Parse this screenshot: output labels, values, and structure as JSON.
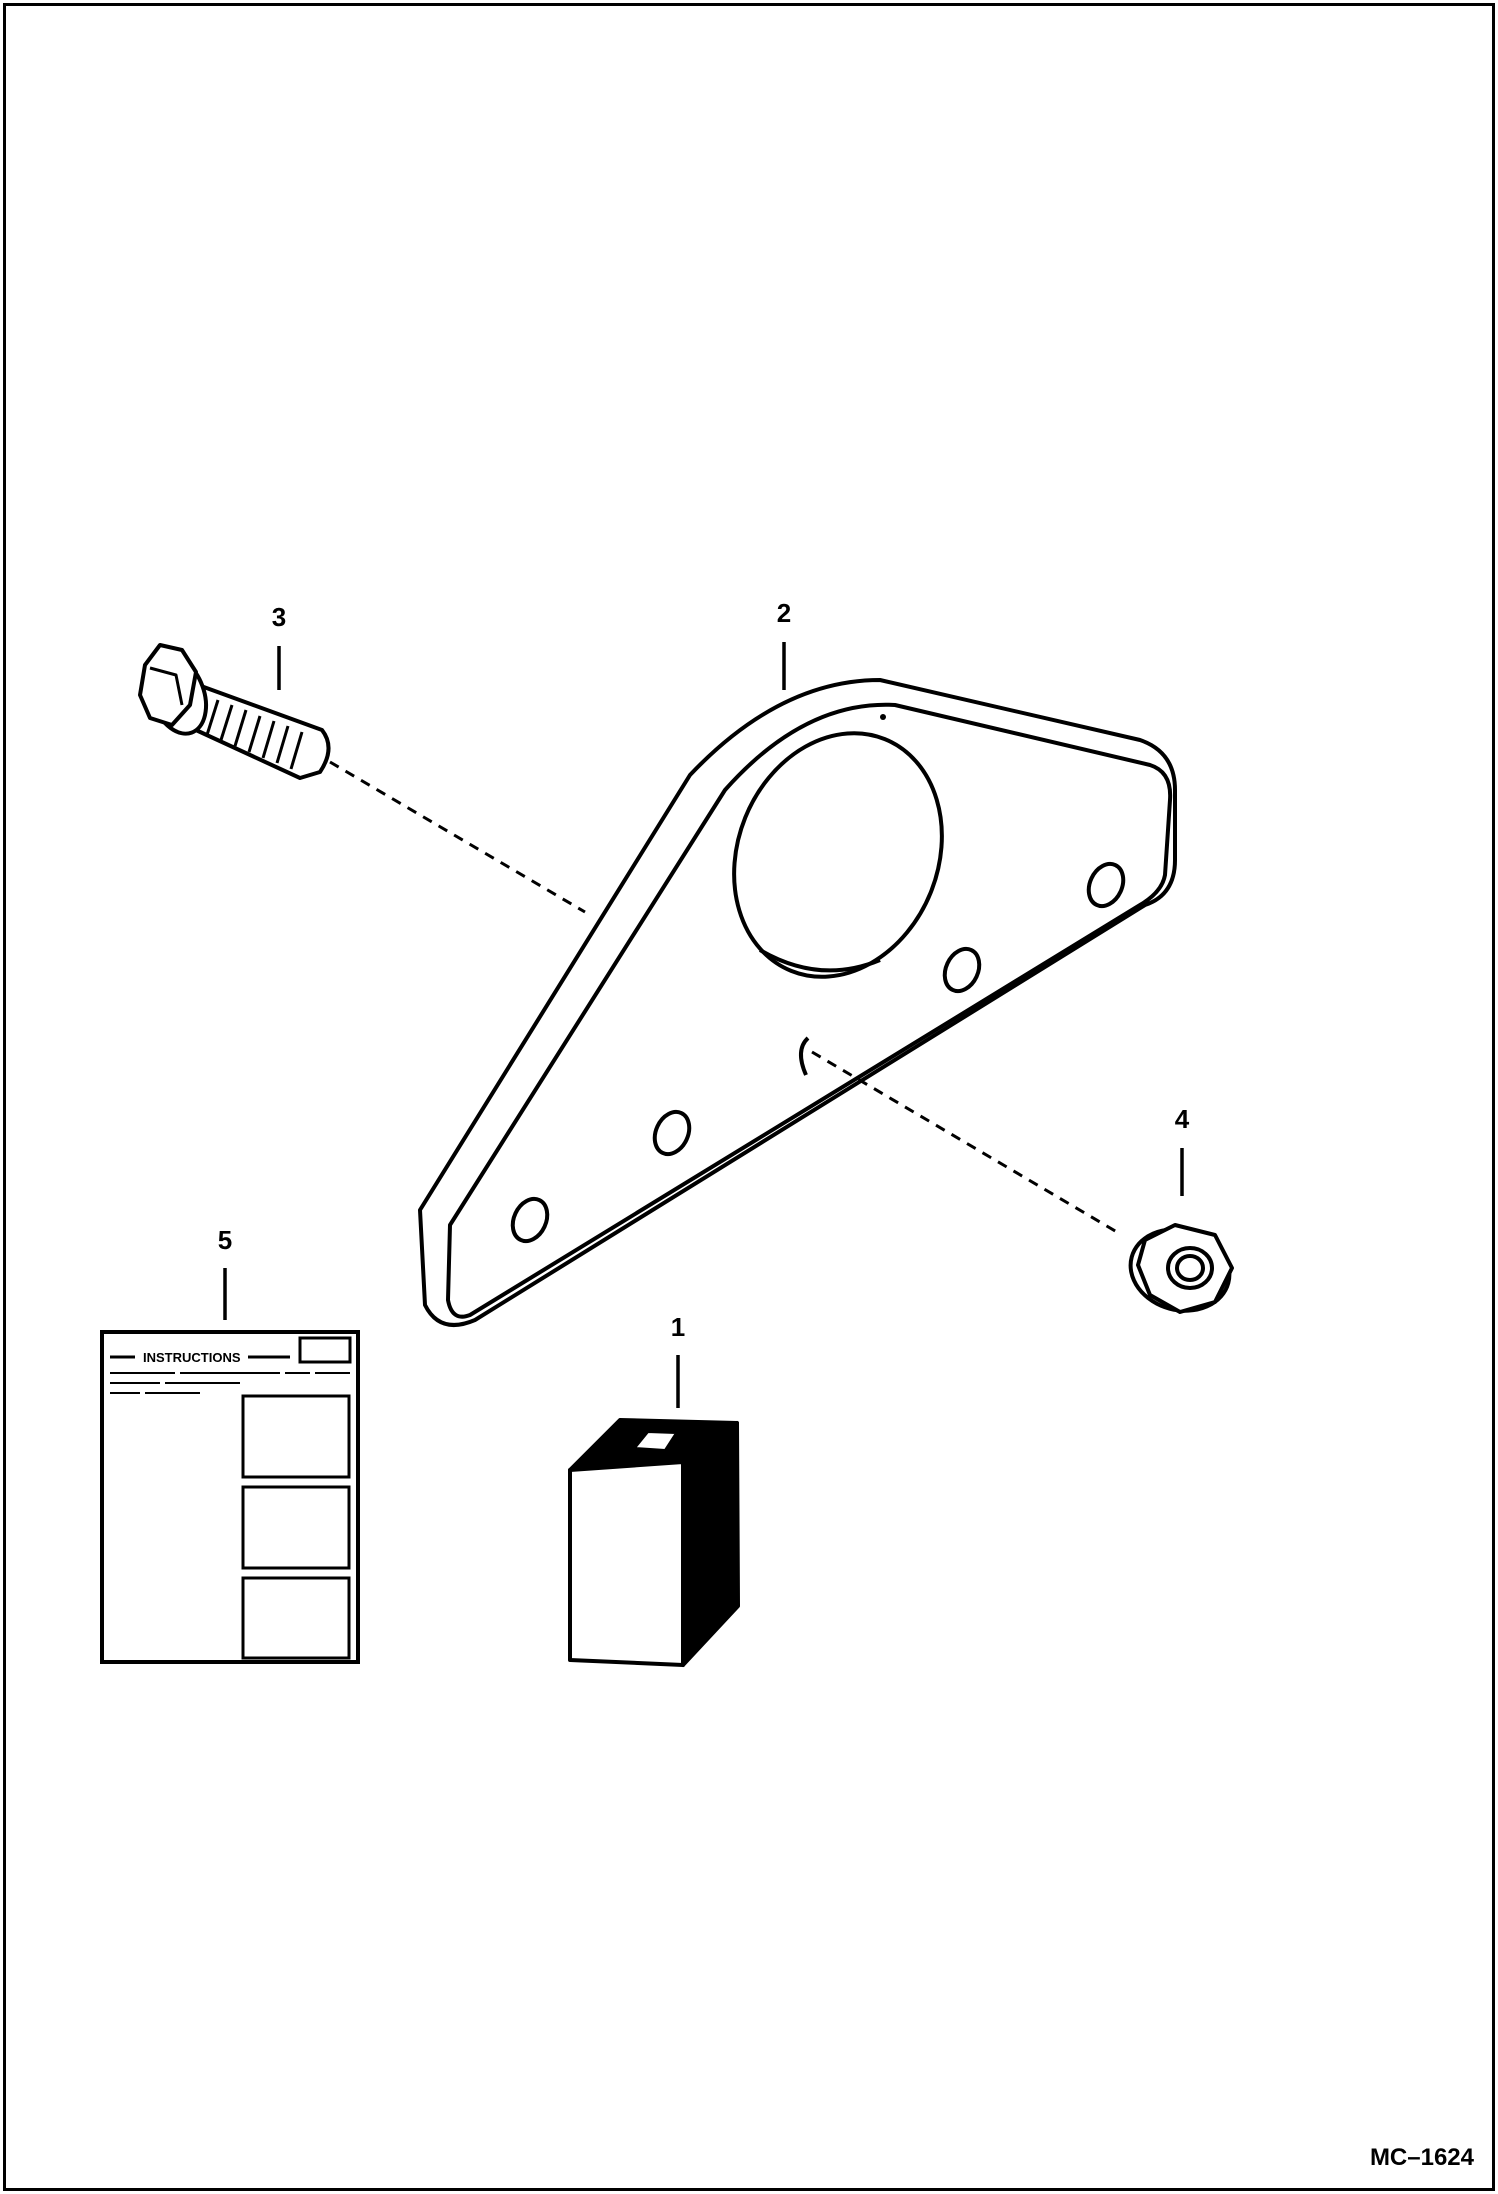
{
  "figure_id": "MC–1624",
  "callouts": {
    "item1": "1",
    "item2": "2",
    "item3": "3",
    "item4": "4",
    "item5": "5"
  },
  "instruction_sheet": {
    "title": "INSTRUCTIONS"
  },
  "colors": {
    "line": "#000000",
    "background": "#ffffff"
  }
}
